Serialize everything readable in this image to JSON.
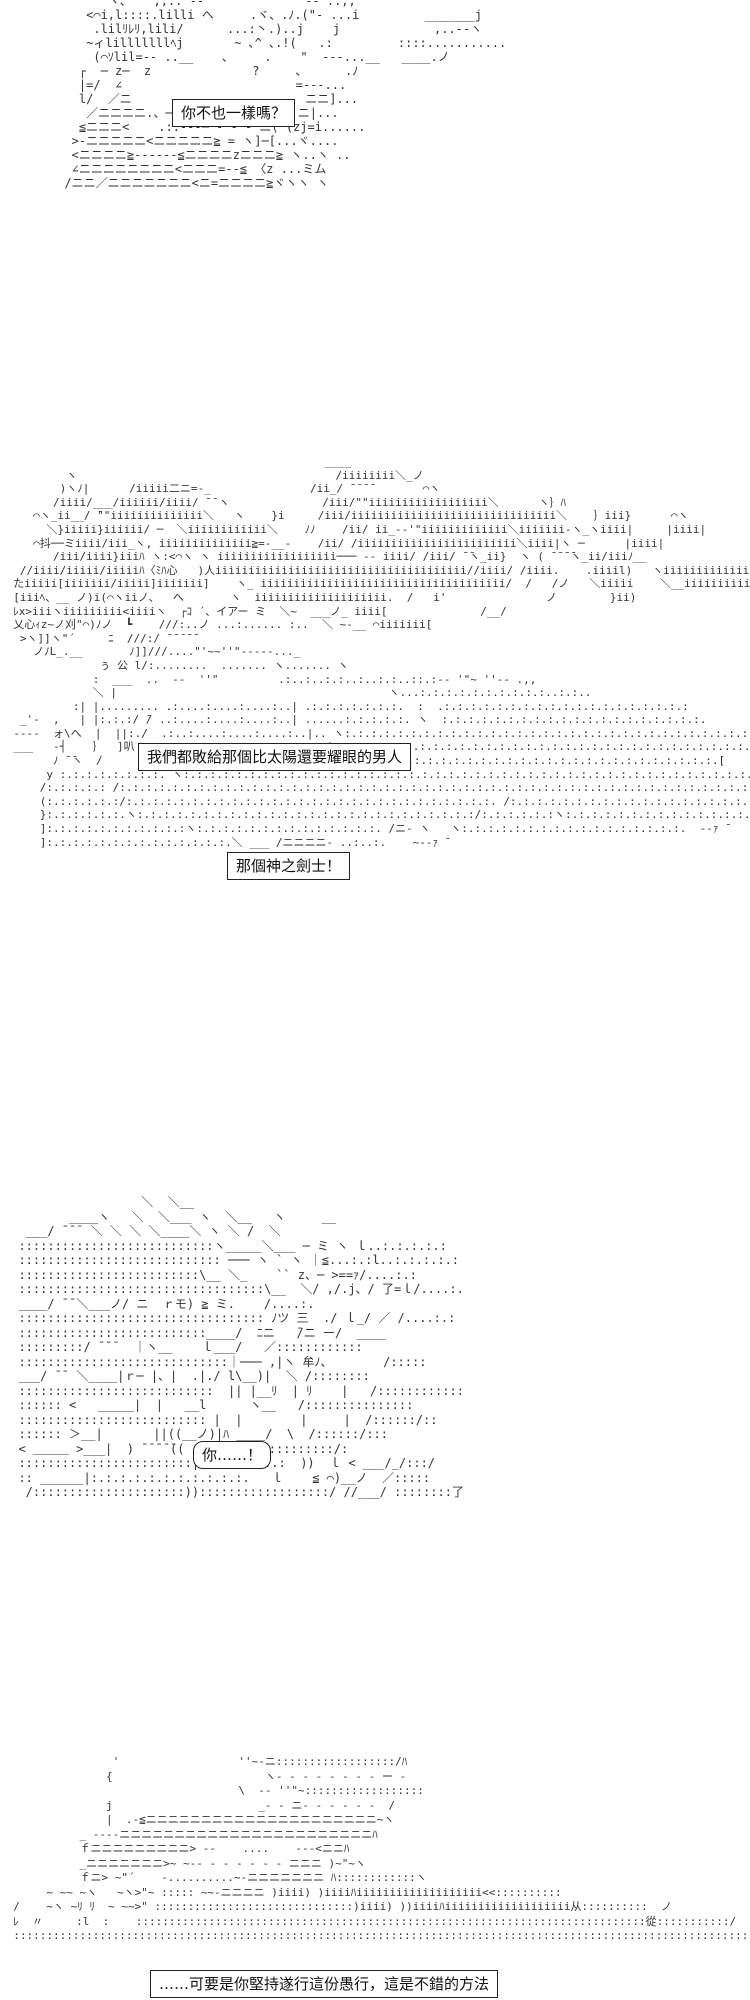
{
  "scenes": [
    {
      "dialogue": "你不也一樣嗎？",
      "art": "        ヽ、   ,,.. -‐ ''\"  ̄ ̄ ̄ ̄ ̄ ̄\"''‐- ..,,\n     <⌒i,l::::.lilli ヘ     .ヾ、.ﾉ.(\"- ...i         _______j\n      .lilﾘﾚﾘ,lili/      ...:丶.)..j    j             ,..--ヽ\n     ~ィlilllllllﾍj       ~ ､^ ､.!(   .:         ::::...........\n      (⌒ｿlil=‐‐ ..__    ､     .    \"  ‐‐‐...__   ____.ノ\n    ┌  ─ z─  z              ?     ､      .ﾉ\n    |=/  ∠                        =‐--...\n    l/  ／ニ                        ニニ]...\n     ／ニニニニ.、─── ─ ‐‐ ──ニz─ 、.ニ|...\n    ≦ニニニ<    .:.-‐‐─ ‐ ‐ ‐ ニ( (zj=i......\n   >‐ニニニニニ<ニニニニニ≧ = ヽ]─[...ヾ....\n   <ニニニニ≧‐‐‐‐‐‐≦ニニニニzニニニ≧ ヽ..ヽ ..\n   ∠ニニニニニニニニ<ニニニ=‐-≦ 〈z ...ミム\n  /ニニ／ニニニニニニニ<ニ=ニニニニ≧ヾヽヽ ヽ"
    },
    {
      "dialogue_top": "我們都敗給那個比太陽還要耀眼的男人",
      "dialogue_mid": "那個神之劍士！",
      "art": "                                                 ____\n          ヽ                                       /iiiiiiii＼_ノ\n         )ヽﾉ|      /iiiii二ニ=-_               /ii_/ ̄ ̄ ̄ ̄        ⌒ヽ\n        /iiii/___/iiiiii/iiii/ ̄ ̄ ヽ              /iii/\"\"iiiiiiiiiiiiiiiiii＼      ヽ｝ﾊ\n     ⌒ヽ_ii__/ ̄\"\"iiiiiiiiiiiiii＼   ヽ    }i     /iii/iiiiiiiiiiiiiiiiiiiiiiiiiiiiiii＼    ｝iii}      ⌒ヽ\n       ＼}iiiii}iiiiii/ ─  ＼iiiiiiiiiiii＼    ﾉﾉ    /ii/ ii_‐‐'\"iiiiiiiiiiiii＼iiiiiii‐ヽ_ヽiiii|     |iiii|\n     ⌒抖──ミiiii/iii_ヽ, iiiiiiiiiiiiii≧=-__-    /ii/ /iiiiiiiiiiiiiiiiiiiiiiii＼iiii|ヽ ─      |iiii|\n        /iii/iiii}iiiﾊ ヽ:<⌒ヽ ヽ iiiiiiiiiiiiiiiiii─── ‐‐ iiii/ /iii/ ̄ ̄ヽ_ii}  ヽ ( ̄ ̄ ̄ ̄ヽ_ii/iiiﾉ__\n   //iiii/iiiii/iiiiiﾊ〈ﾐﾊ心   )人iiiiiiiiiiiiiiiiiiiiiiiiiiiiiiiiiiiiii//iiii/ /iiii.    .iiiil)   ヽiiiiiiiiiiiiiiiiiiiiiiiiiiiiii/ iiiiii.\n  たiiiii[iiiiiii/iiiii]iiiiiii]    ヽ_ iiiiiiiiiiiiiiiiiiiiiiiiiiiiiiiiiiiii/  /   /ノ   ＼iiiii    ＼__iiiiiiiiiiiii/<⌒ヽ\n  [iiiﾍ、__ ノ)i(⌒ヽiiノ、  へ       ヽ  iiiiiiiiiiiiiiiiiiii.  /   i'               ノ        }ii)\n  ﾚx>iiiヽiiiiiiiii<iiiiヽ  ┌ｺ ´、イアー ミ  ＼~  ___ノ_ iiii[              /__/\n  乂心ｨz~ノ刈\"⌒)ﾉノ  ┗    ///:..ノ ...:...... :..  ＼ ~‐__ ⌒iiiiiii[\n   >ヽ]]ヽ\"´     ﾆ  ///:/ ̄ ̄ ̄ ̄ ̄\n     ノﾉL_.__       ﾉ]]///....\"'~~''\"‐----..._\n               ぅ 公 l/:........  ....... ヽ....... ヽ\n              :  ___  ..  -‐  ''\"         .:..:..:.:..:..:.:..::.:-‐ '\"~ ''‐- .,,\n              ＼ |                                         ヽ...:.:.:.:.:.:.:.:.:.:..:.:..\n           :| |......... .:....:....:....:..| .:.:.:.:.:.:.:.  :  .:.:.:.:.:.:.:.:.:.:.:.:.:.:.:.:.:.:.:\n   _'‐  ,   | |:.:.:/ ̄/ ..:....:....:....:..| ......:.:.:.:.:. ヽ  :.:.:.:.:.:.:.:.:.:.:.:.:.:.:.:.:.:.:.:.\n  ----  ォ\\へ  |  ||:./  .:..:....:....:....:..|.. ヽ:.:.:.:.:.:.:.:.:.:.:.:.:.:.:.:.:.:.:.:.:.:.:.:.:.:.:.:.:.:.:.:.:\n  ___   ‐┤    ｝  ]叭 . .:..:....:..:..:....:.....|... .:.:.:.:.:.:.:.:.:.:.:.:.:.:.:.:.:.:.:.:.:.:.:.:.:.:.:.:.:.:.:.:.:.:.\n        ﾉ ̄ ̄ヽ  /            .:.:.:.:.:.:.:.:.:.:.:.:.:.:.:.:.:.:.:.:.:.:.:.:.:.:.:.:.:.:.:.:.:.:.:.:.:.:.:.:.[\n       y :.:.:.:.:.:.:.:. ヽ:.:.:.:.:.:.:.:.:.:.:.:.:.:.:.:.:.:.:.:.:.:.:.:.:.:.:.:.:.:.:.:.:.:.:.:.:.:.:.:.:.:.:.:.:.:.:.:.:.:.[\n      /:.:.:.:.: /:.:.:.:.:.:.:.:.:.:.:.:.:.:.:.:.:.:.:.:.:.:.:.:.:.:.:.:.:.:.:.:.:.:.:.:.:.:.:.:.:.:.:.:.:.:.:.:.:.:.:.:.:.:.:.:.:.:.:.[\n      (:.:.:.:.:.:/:.:.:.:.:.:.:.:.:.:.:.:.:.:.:.:.:.:.:.:.:.:.:.:.:.:.:.:. /:.:.:.:.:.:.:.:.:.:.:.:.:.:.:.:.:.:.:.:.:.:.:.:.:.:.:.:.[\n      }:.:.:.:.:.:.ヽ:.:.:.:.:.:.:.:.:.:.:.:.:.:.:.:.:.:.:.:.:.:.:.:.:.:/:.:.:.:.:.:ヽ:.:.:.:.:.:.:.:.:.:.:.:.:.:.:.:.:.:.:.:.:.:.:.:.:.[\n      ]:.:.:.:.:.:.:.:.:.:.:ヽ:.:.:.:.:.:.:.:.:.:.:.:.:.:. /ニ‐ ヽ   ヽ:.:.:.:.:.:.:.:.:.:.:.:.:.:.:.:.:.  ‐-ｧ ̄\n      ]:.:.:.:.:.:.:.:.:.:.:.:.:.:.＼ ___ /ニニニニ‐ ..:..:.    ~‐-ｧ ̄"
    },
    {
      "dialogue": "你……！",
      "art": "                   ＼  ＼__\n         ____ヽ   ＼  ＼___ ヽ  ＼__   ヽ     __\n   ___/ ̄ ̄ ̄  ＼ ＼ ＼ ＼____＼ ヽ ＼ /  ＼\n  :::::::::::::::::::::::::::ヽ_____＼___ ─ ミ ヽ ｌ..:.:.:.:.:\n  :::::::::::::::::::::::::::: ─── ヽ ` ヽ ｜≦...:.:l..:.:.:.:.:\n  :::::::::::::::::::::::::\\__ ＼_    `` z、─ >==ｧ/....:.:\n  ::::::::::::::::::::::::::::::::::\\__  ＼/ ,/.j、/ 了=ｌ/....:.\n  ____/ ̄ ̄ ＼___ノ/ ニ  ｒモ) ≧ ミ.    /....:.\n  :::::::::::::::::::::::::::::::::: ﾉツ 三  ./ ｌ_/ ／ /....:.:\n  ::::::::::::::::::::::::::____/  ﾆニ   ̄/ニ ー/  ____\n  :::::::::/ ̄ ̄ ̄   ｜ヽ__    ｌ___/   ／::::::::::::\n  :::::::::::::::::::::::::::::｜─── ,|ヽ 牟ﾉ、       /:::::\n  ___/ ̄ ̄  ＼____|ｒ─ |、|  .|./ l\\__)|  ＼ /::::::::\n  :::::::::::::::::::::::::::  || |__ﾘ  | ﾘ    |   /::::::::::::\n  :::::: <   _____|  |   __l      ヽ__   /:::::::::::::::\n  :::::::::::::::::::::::::: |  |        |     |  /::::::/::\n  :::::: ＞__|       ||((__ノ)|ﾊ ____/  \\  /::::::/:::\n  < ＿＿＿ >___|  ) ̄ ̄ ̄ ̄ ̄((   ヽ   /::::::::::::/:\n  ::::::::::::::::::::::::| ....:.:.:.:  ))  ｌ < ___/_/:::/\n  :: ______|:.:.:.:.:.:.:.:.:.:.:.   ｌ    ≦ ⌒)__ノ  ／:::::\n   /:::::::::::::::::::::))::::::::::::::::::/ //___/ ::::::::了"
    },
    {
      "dialogue": "……可要是你堅持遂行這份愚行，這是不錯的方法",
      "art": "                 '                  ''~-ニ::::::::::::::::::/ﾊ\n                {                       ヽ- - - - - - - - ー -\n                                    \\  -- ''\"~::::::::::::::::::\n                j                      _- - ニ- - - ‐ ‐ -  /\n                |  .-≦ニニニニニニニニニニニニニニニニニニニニニ~ヽ\n            _ ----ニニニニニニニニニニニニニニニニニニニニニニニﾊ\n            ｆニニニニニニニニニ> --    ....    ‐‐-<ニニﾊ\n            _ニニニニニニニ>~ ~‐‐ - - ‐ - - - ニニニ )~\"~ヽ\n            ｆニ> ~\"´    -..........~-ニニニニニニニ ﾊ::::::::::::ヽ\n       ~ ~~ ~ヽ   ~ヽ>\"~ ::::: ~~-ニニニニ )iiii) )iiiiﾊiiiiiiiiiiiiiiiiiii<<::::::::::\n  /    ~ヽ ~ﾘ ﾘ  ~ ~~>\" ::::::::::::::::::::::::::::::)iiii) ))iiiiﾊiiiiiiiiiiiiiiiiiii从::::::::::  ノ\n  ﾚ  〃     :l  :    :::::::::::::::::::::::::::::::::::::::::::::::::::::::::::::::::::::::::::::從:::::::::::/\n  ::::::::::::::::::::::::::::::::::::::::::::::::::::::::::::::::::::::::::::::::::::::::::::::::::::::::::::::::::::::::::::"
    }
  ]
}
